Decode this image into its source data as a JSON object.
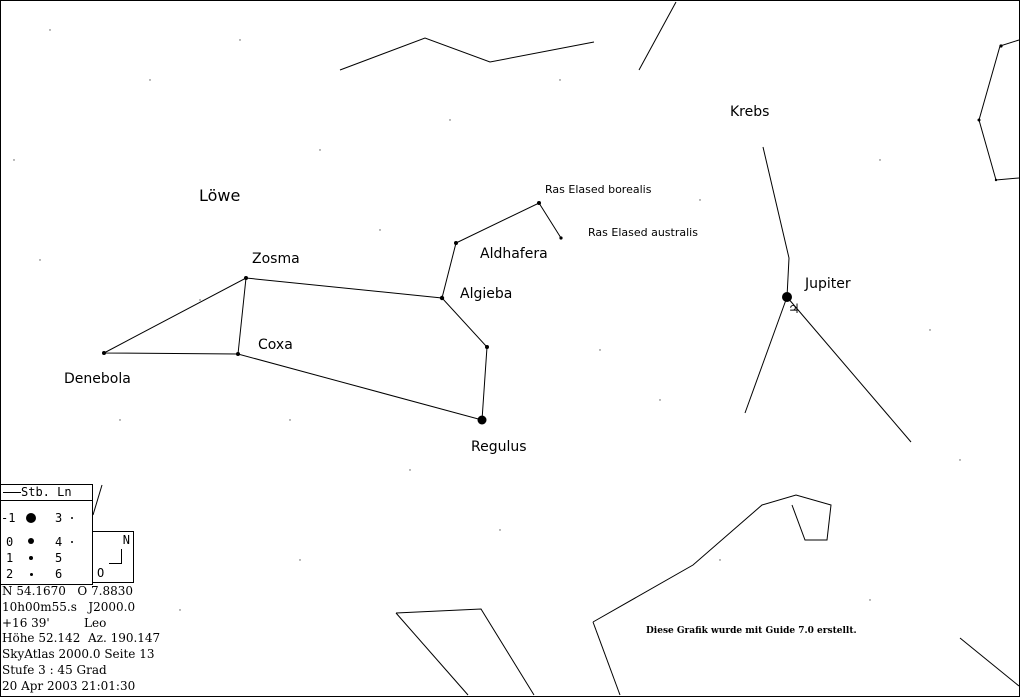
{
  "constellation_label": "Löwe",
  "neighbor_label": "Krebs",
  "stars": {
    "zosma": "Zosma",
    "coxa": "Coxa",
    "denebola": "Denebola",
    "aldhafera": "Aldhafera",
    "algieba": "Algieba",
    "regulus": "Regulus",
    "ras_elased_borealis": "Ras Elased borealis",
    "ras_elased_australis": "Ras Elased australis"
  },
  "planet": {
    "name": "Jupiter",
    "symbol": "♃"
  },
  "legend": {
    "header": "Stb. Ln",
    "magnitudes": [
      "-1",
      "3",
      "0",
      "4",
      "1",
      "5",
      "2",
      "6"
    ]
  },
  "compass": {
    "north": "N",
    "east": "O"
  },
  "info": {
    "line1": "N 54.1670   O 7.8830",
    "line2": "10h00m55.s   J2000.0",
    "line3": "+16 39'         Leo",
    "line4": "Höhe 52.142  Az. 190.147",
    "line5": "SkyAtlas 2000.0 Seite 13",
    "line6": "Stufe 3 : 45 Grad",
    "line7": "20 Apr 2003 21:01:30"
  },
  "credit": "Diese Grafik wurde mit Guide 7.0 erstellt."
}
